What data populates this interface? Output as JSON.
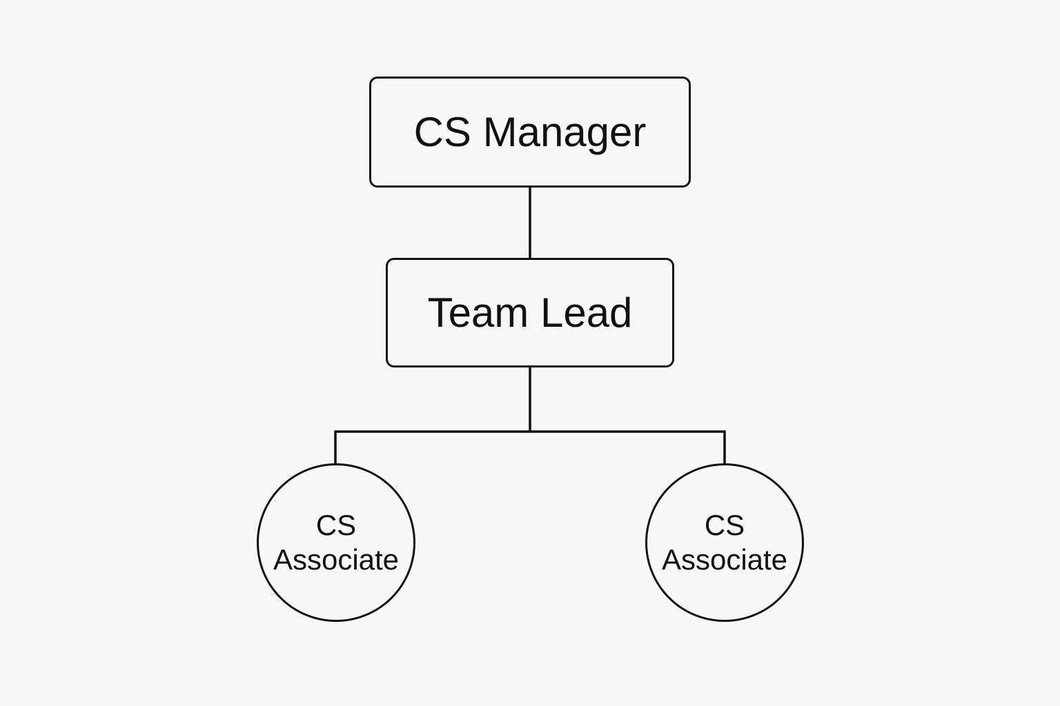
{
  "diagram": {
    "type": "org-chart",
    "nodes": [
      {
        "id": "manager",
        "label": "CS Manager",
        "shape": "rounded-rectangle"
      },
      {
        "id": "lead",
        "label": "Team Lead",
        "shape": "rounded-rectangle"
      },
      {
        "id": "associate_1",
        "label_line1": "CS",
        "label_line2": "Associate",
        "shape": "circle"
      },
      {
        "id": "associate_2",
        "label_line1": "CS",
        "label_line2": "Associate",
        "shape": "circle"
      }
    ],
    "edges": [
      {
        "from": "manager",
        "to": "lead"
      },
      {
        "from": "lead",
        "to": "associate_1"
      },
      {
        "from": "lead",
        "to": "associate_2"
      }
    ]
  },
  "colors": {
    "background": "#f8f7f5",
    "stroke": "#111111",
    "text": "#111111"
  }
}
